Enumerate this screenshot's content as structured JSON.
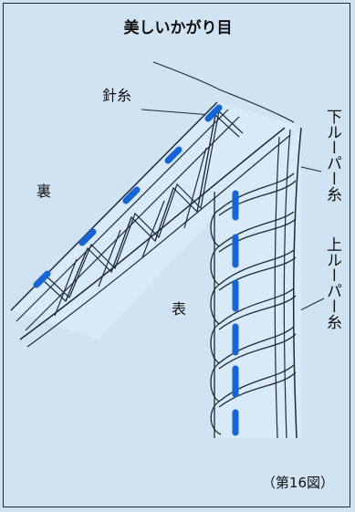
{
  "title": "美しいかがり目",
  "labels": {
    "needle_thread": "針糸",
    "back_side": "裏",
    "front_side": "表",
    "lower_looper_thread": "下ルーパー糸",
    "upper_looper_thread": "上ルーパー糸"
  },
  "caption": "（第16図）",
  "colors": {
    "background": "#cfe3f3",
    "needle_stitch": "#1565d8",
    "outline": "#1e2a3a"
  }
}
